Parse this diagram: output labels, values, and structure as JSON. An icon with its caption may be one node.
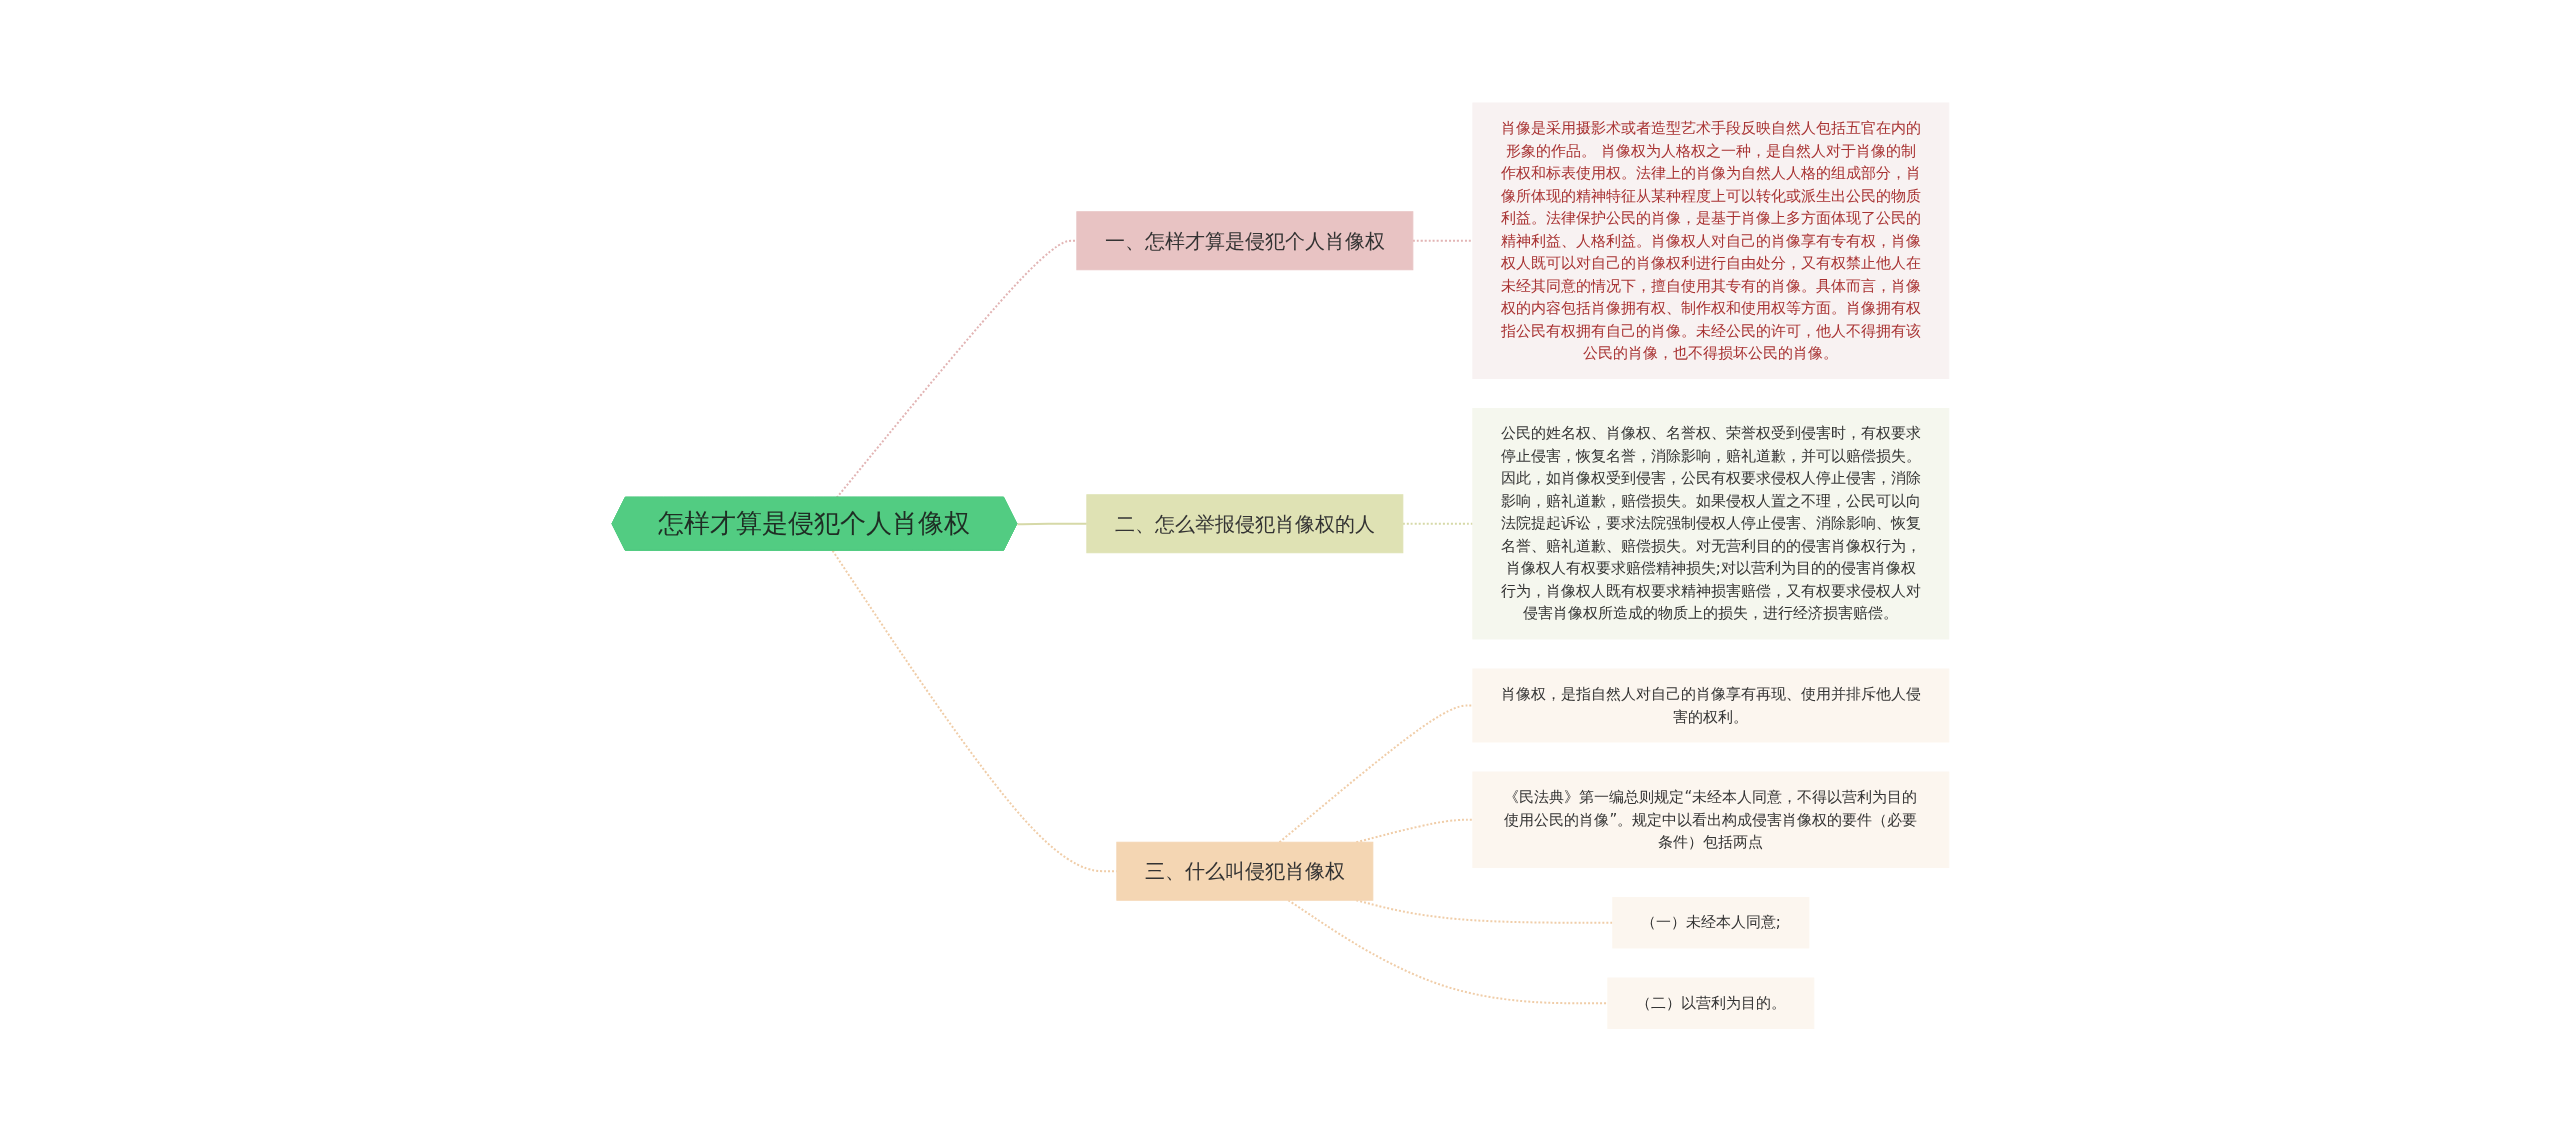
{
  "diagram": {
    "nodes": [
      {
        "text": [
          "怎样才算是侵犯个人肖像权"
        ]
      },
      {
        "text": [
          "一、怎样才算是侵犯个人肖像权"
        ]
      },
      {
        "text": [
          "肖像是采用摄影术或者造型艺术手段反映自然人包括五官在内的形象的作品。 肖像权为人格权之一种，是自然人对于肖像的制作权和标表使用权。法律上的肖像为自然人人格的组成部分，肖像所体现的精神特征从某种程度上可以转化或派生出公民的物质利益。法律保护公民的肖像，是基于肖像上多方面体现了公民的精神利益、人格利益。肖像权人对自己的肖像享有专有权，肖像权人既可以对自己的肖像权利进行自由处分，又有权禁止他人在未经其同意的情况下，擅自使用其专有的肖像。具体而言，肖像权的内容包括肖像拥有权、制作权和使用权等方面。肖像拥有权指公民有权拥有自己的肖像。未经公民的许可，他人不得拥有该公民的肖像，也不得损坏公民的肖像。"
        ]
      },
      {
        "text": [
          "二、怎么举报侵犯肖像权的人"
        ]
      },
      {
        "text": [
          "公民的姓名权、肖像权、名誉权、荣誉权受到侵害时，有权要求停止侵害，恢复名誉，消除影响，赔礼道歉，并可以赔偿损失。因此，如肖像权受到侵害，公民有权要求侵权人停止侵害，消除影响，赔礼道歉，赔偿损失。如果侵权人置之不理，公民可以向法院提起诉讼，要求法院强制侵权人停止侵害、消除影响、恢复名誉、赔礼道歉、赔偿损失。对无营利目的的侵害肖像权行为，肖像权人有权要求赔偿精神损失;对以营利为目的的侵害肖像权行为，肖像权人既有权要求精神损害赔偿，又有权要求侵权人对侵害肖像权所造成的物质上的损失，进行经济损害赔偿。"
        ]
      },
      {
        "text": [
          "三、什么叫侵犯肖像权"
        ]
      },
      {
        "text": [
          "肖像权，是指自然人对自己的肖像享有再现、使用并排斥他人侵害的权利。"
        ]
      },
      {
        "text": [
          "《民法典》第一编总则规定“未经本人同意，不得以营利为目的使用公民的肖像”。规定中以看出构成侵害肖像权的要件（必要条件）包括两点"
        ]
      },
      {
        "text": [
          "（一）未经本人同意;"
        ]
      },
      {
        "text": [
          "（二）以营利为目的。"
        ]
      }
    ],
    "edges": [
      {
        "from": 0,
        "to": 1,
        "arrow": "none",
        "style": "dashed",
        "color": "#e2b4b4"
      },
      {
        "from": 1,
        "to": 2,
        "arrow": "none",
        "style": "dashed",
        "color": "#e2b4b4"
      },
      {
        "from": 0,
        "to": 3,
        "arrow": "none",
        "color": "#d6d9a8"
      },
      {
        "from": 3,
        "to": 4,
        "arrow": "none",
        "style": "dashed",
        "color": "#d6d9a8"
      },
      {
        "from": 0,
        "to": 5,
        "arrow": "none",
        "style": "dashed",
        "color": "#f0cda8"
      },
      {
        "from": 5,
        "to": 6,
        "arrow": "none",
        "style": "dashed",
        "color": "#f0cda8"
      },
      {
        "from": 5,
        "to": 7,
        "arrow": "none",
        "style": "dashed",
        "color": "#f0cda8"
      },
      {
        "from": 5,
        "to": 8,
        "arrow": "none",
        "style": "dashed",
        "color": "#f0cda8"
      },
      {
        "from": 5,
        "to": 9,
        "arrow": "none",
        "style": "dashed",
        "color": "#f0cda8"
      }
    ]
  }
}
